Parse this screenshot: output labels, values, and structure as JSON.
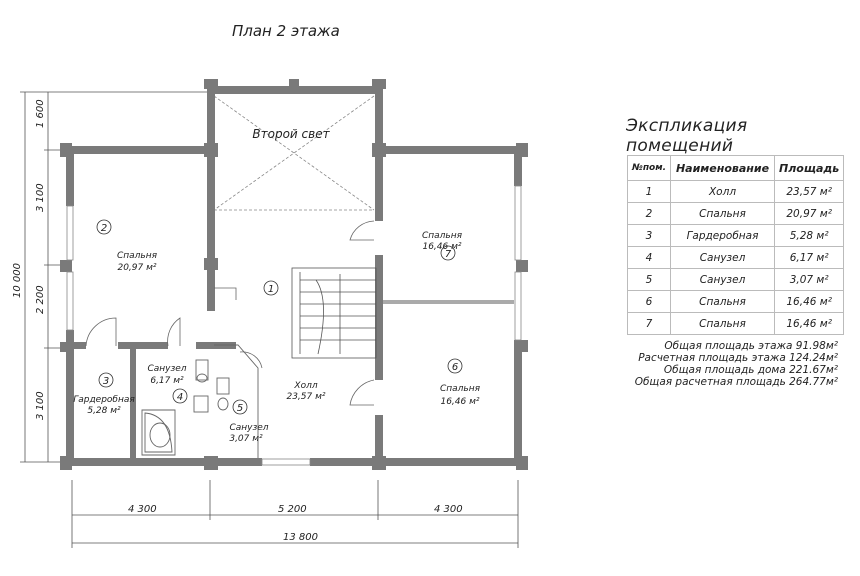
{
  "plan_title": "План 2 этажа",
  "explication": {
    "title": "Экспликация помещений",
    "headers": [
      "№пом.",
      "Наименование",
      "Площадь"
    ],
    "rows": [
      [
        "1",
        "Холл",
        "23,57 м²"
      ],
      [
        "2",
        "Спальня",
        "20,97 м²"
      ],
      [
        "3",
        "Гардеробная",
        "5,28 м²"
      ],
      [
        "4",
        "Санузел",
        "6,17 м²"
      ],
      [
        "5",
        "Санузел",
        "3,07 м²"
      ],
      [
        "6",
        "Спальня",
        "16,46 м²"
      ],
      [
        "7",
        "Спальня",
        "16,46 м²"
      ]
    ],
    "totals": [
      "Общая площадь этажа 91.98м²",
      "Расчетная площадь этажа 124.24м²",
      "Общая площадь дома 221.67м²",
      "Общая расчетная площадь 264.77м²"
    ]
  },
  "rooms": {
    "light_label": "Второй свет",
    "r1": {
      "num": "1",
      "name": "Холл",
      "area": "23,57 м²"
    },
    "r2": {
      "num": "2",
      "name": "Спальня",
      "area": "20,97 м²"
    },
    "r3": {
      "num": "3",
      "name": "Гардеробная",
      "area": "5,28 м²"
    },
    "r4": {
      "num": "4",
      "name": "Санузел",
      "area": "6,17 м²"
    },
    "r5": {
      "num": "5",
      "name": "Санузел",
      "area": "3,07 м²"
    },
    "r6": {
      "num": "6",
      "name": "Спальня",
      "area": "16,46 м²"
    },
    "r7": {
      "num": "7",
      "name": "Спальня",
      "area": "16,46 м²"
    }
  },
  "dimensions": {
    "left": [
      "1 600",
      "3 100",
      "2 200",
      "3 100"
    ],
    "left_total": "10 000",
    "bottom": [
      "4 300",
      "5 200",
      "4 300"
    ],
    "bottom_total": "13 800"
  }
}
